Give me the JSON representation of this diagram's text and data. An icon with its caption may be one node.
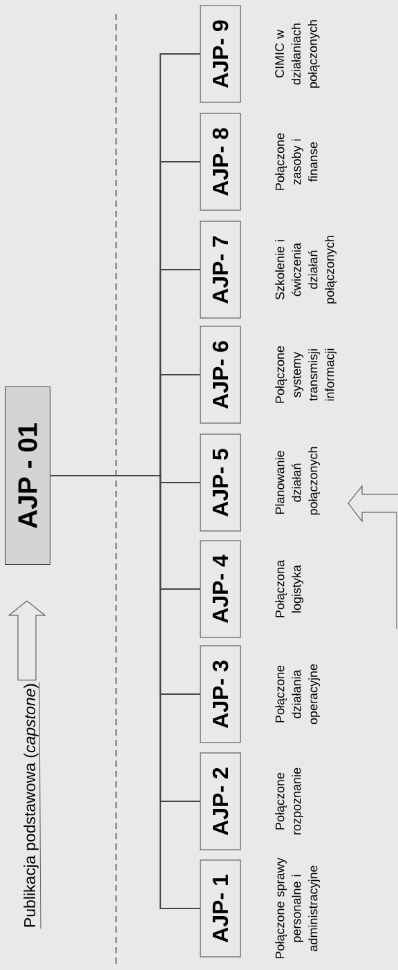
{
  "diagram": {
    "nodes": [
      {
        "text": [
          "Publikacja podstawowa (*capstone*)"
        ]
      },
      {
        "text": [
          "AJP - 01"
        ]
      },
      {
        "text": [
          "AJP- 1"
        ],
        "beside": [
          "Połączone sprawy personalne i administracyjne"
        ]
      },
      {
        "text": [
          "AJP- 2"
        ],
        "beside": [
          "Połączone rozpoznanie"
        ]
      },
      {
        "text": [
          "AJP- 3"
        ],
        "beside": [
          "Połączone działania operacyjne"
        ]
      },
      {
        "text": [
          "AJP- 4"
        ],
        "beside": [
          "Połączona logistyka"
        ]
      },
      {
        "text": [
          "AJP- 5"
        ],
        "beside": [
          "Planowanie działań połączonych"
        ]
      },
      {
        "text": [
          "AJP- 6"
        ],
        "beside": [
          "Połączone systemy transmisji informacji"
        ]
      },
      {
        "text": [
          "AJP- 7"
        ],
        "beside": [
          "Szkolenie i ćwiczenia działań połączonych"
        ]
      },
      {
        "text": [
          "AJP- 8"
        ],
        "beside": [
          "Połączone zasoby i finanse"
        ]
      },
      {
        "text": [
          "AJP- 9"
        ],
        "beside": [
          "CIMIC w działaniach połączonych"
        ]
      }
    ],
    "edges": [
      {
        "from": 0,
        "to": 1,
        "arrow": "to"
      },
      {
        "from": 1,
        "to": 2,
        "arrow": "none"
      },
      {
        "from": 1,
        "to": 3,
        "arrow": "none"
      },
      {
        "from": 1,
        "to": 4,
        "arrow": "none"
      },
      {
        "from": 1,
        "to": 5,
        "arrow": "none"
      },
      {
        "from": 1,
        "to": 6,
        "arrow": "none"
      },
      {
        "from": 1,
        "to": 7,
        "arrow": "none"
      },
      {
        "from": 1,
        "to": 8,
        "arrow": "none"
      },
      {
        "from": 1,
        "to": 9,
        "arrow": "none"
      },
      {
        "from": 1,
        "to": 10,
        "arrow": "none"
      }
    ]
  }
}
